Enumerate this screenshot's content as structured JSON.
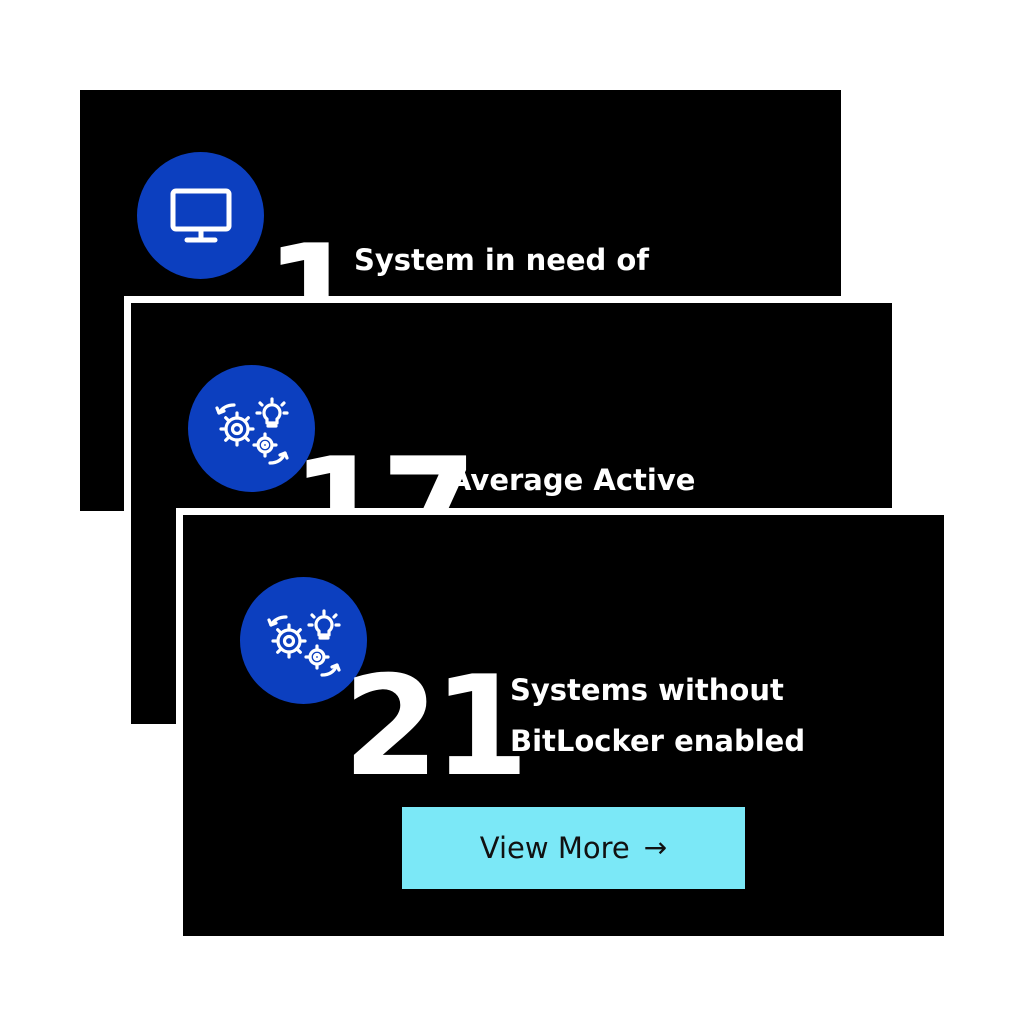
{
  "accent_color": "#0c3fbf",
  "button_color": "#7be8f7",
  "cards": [
    {
      "icon": "monitor-icon",
      "number": "1",
      "label_lines": [
        "System in need of"
      ]
    },
    {
      "icon": "gears-lightbulb-icon",
      "number": "17",
      "label_lines": [
        "Average Active"
      ]
    },
    {
      "icon": "gears-lightbulb-icon",
      "number": "21",
      "label_lines": [
        "Systems without",
        "BitLocker enabled"
      ],
      "button": {
        "label": "View More",
        "arrow": "→"
      }
    }
  ]
}
